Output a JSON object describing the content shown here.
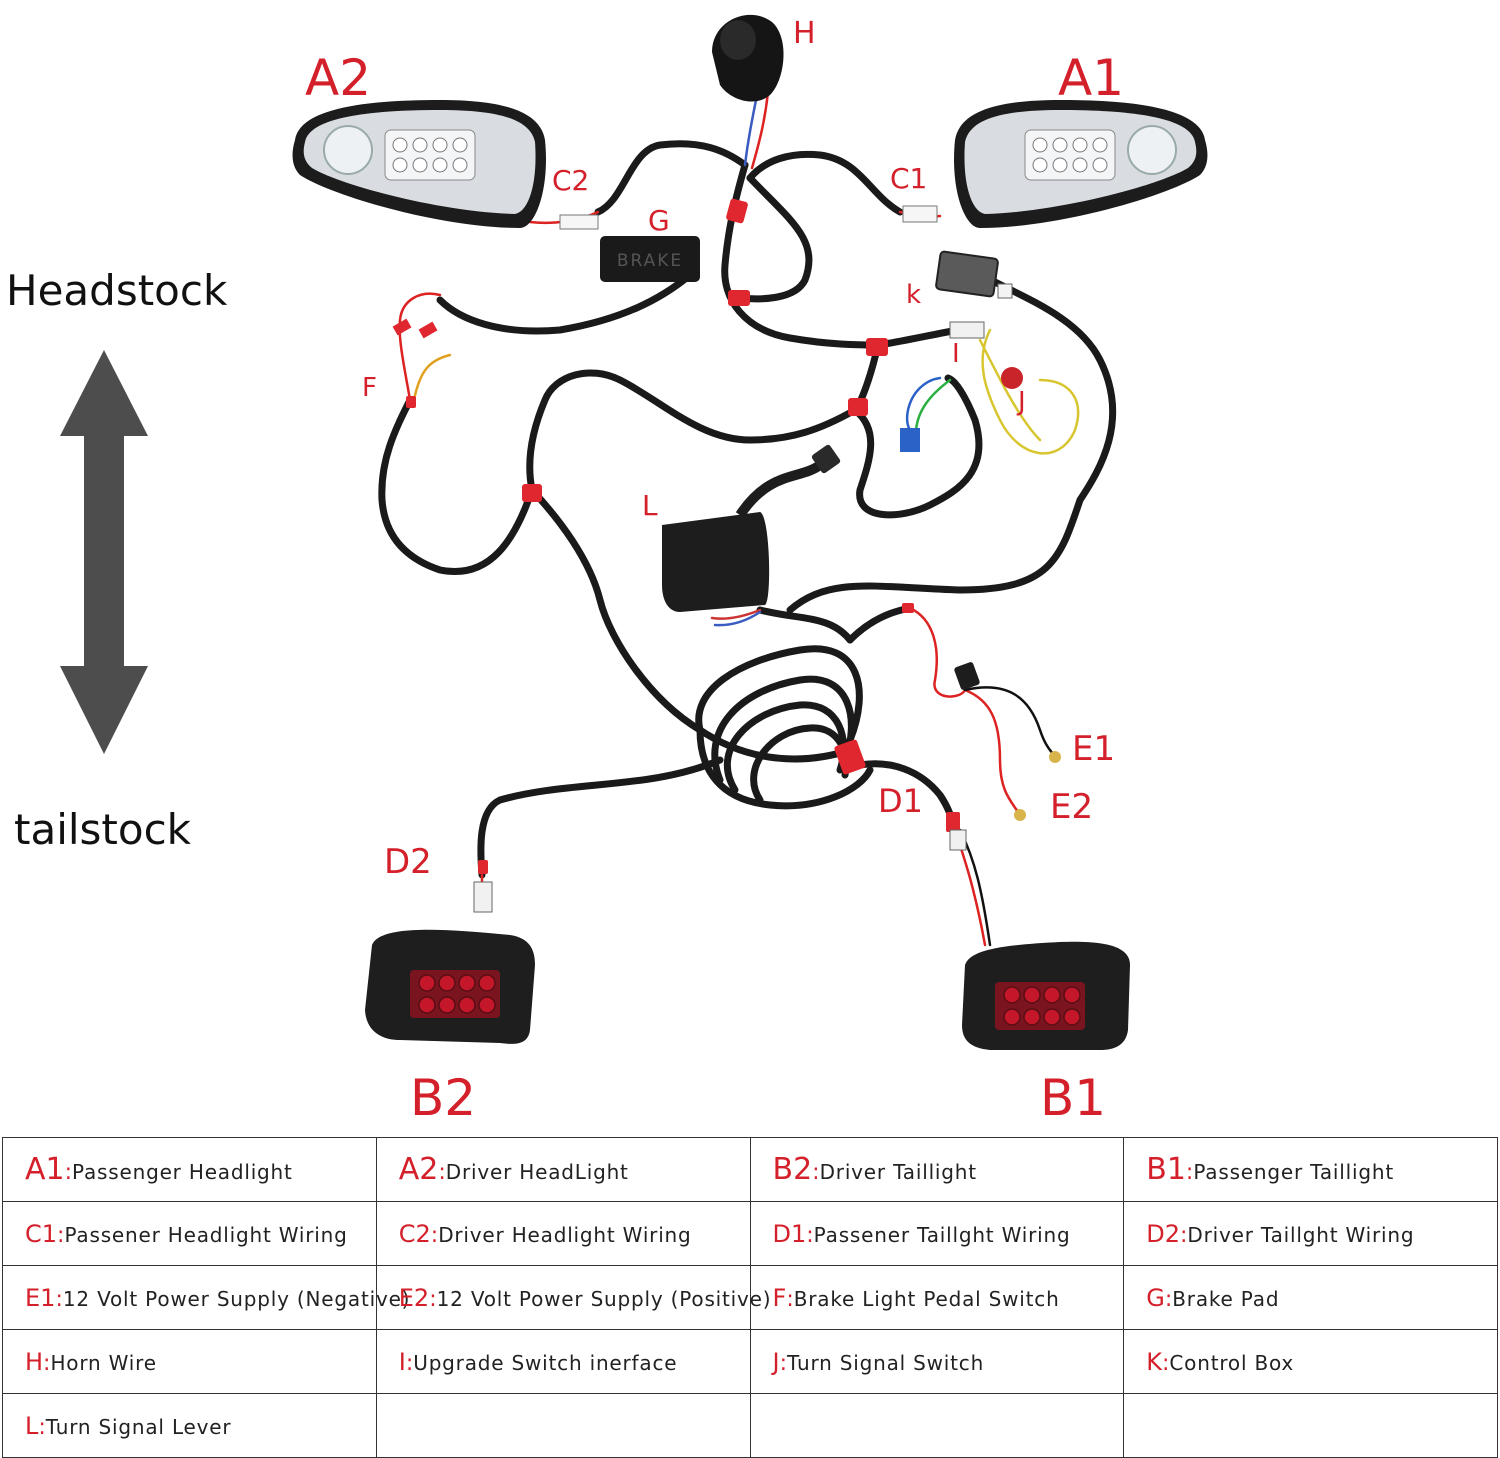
{
  "orientation": {
    "top_label": "Headstock",
    "bottom_label": "tailstock"
  },
  "components": {
    "A1": "A1",
    "A2": "A2",
    "B1": "B1",
    "B2": "B2",
    "C1": "C1",
    "C2": "C2",
    "D1": "D1",
    "D2": "D2",
    "E1": "E1",
    "E2": "E2",
    "F": "F",
    "G": "G",
    "H": "H",
    "I": "I",
    "J": "J",
    "k": "k",
    "L": "L"
  },
  "brake_pad_text": "BRAKE",
  "legend": {
    "rows": [
      [
        {
          "code": "A1",
          "text": "Passenger Headlight"
        },
        {
          "code": "A2",
          "text": "Driver HeadLight"
        },
        {
          "code": "B2",
          "text": "Driver Taillight"
        },
        {
          "code": "B1",
          "text": "Passenger Taillight"
        }
      ],
      [
        {
          "code": "C1",
          "text": "Passener Headlight Wiring"
        },
        {
          "code": "C2",
          "text": "Driver Headlight Wiring"
        },
        {
          "code": "D1",
          "text": "Passener Taillght Wiring"
        },
        {
          "code": "D2",
          "text": "Driver Taillght Wiring"
        }
      ],
      [
        {
          "code": "E1",
          "text": "12 Volt Power Supply (Negative)"
        },
        {
          "code": "E2",
          "text": "12 Volt Power Supply (Positive)"
        },
        {
          "code": "F",
          "text": "Brake Light Pedal Switch"
        },
        {
          "code": "G",
          "text": "Brake Pad"
        }
      ],
      [
        {
          "code": "H",
          "text": "Horn Wire"
        },
        {
          "code": "I",
          "text": "Upgrade Switch inerface"
        },
        {
          "code": "J",
          "text": "Turn Signal Switch"
        },
        {
          "code": "K",
          "text": "Control Box"
        }
      ],
      [
        {
          "code": "L",
          "text": "Turn Signal Lever"
        },
        {
          "code": "",
          "text": ""
        },
        {
          "code": "",
          "text": ""
        },
        {
          "code": "",
          "text": ""
        }
      ]
    ]
  },
  "colors": {
    "label_red": "#d4202a",
    "wire": "#1a1a1a",
    "tape": "#e0262e",
    "arrow": "#4d4d4d",
    "lamp_red": "#c4182a"
  }
}
